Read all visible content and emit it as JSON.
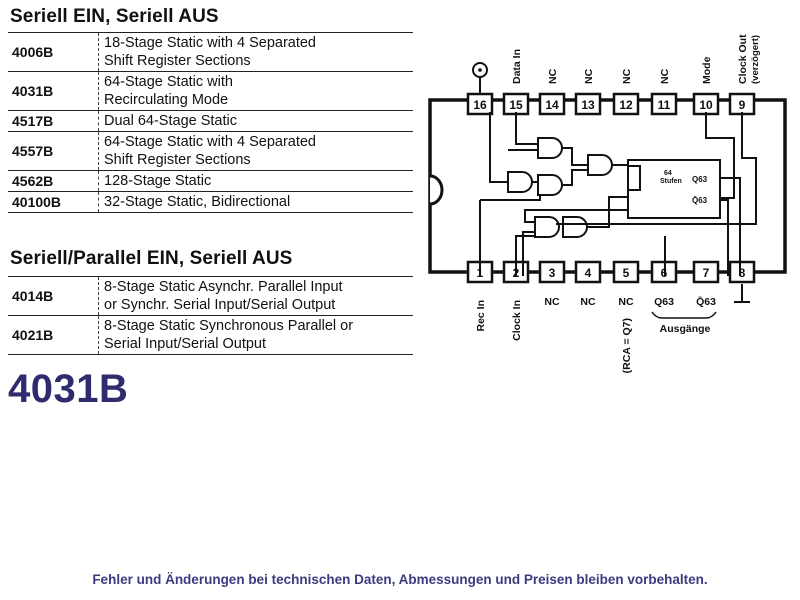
{
  "section1": {
    "title": "Seriell EIN, Seriell AUS",
    "rows": [
      {
        "code": "4006B",
        "desc": [
          "18-Stage Static with 4 Separated",
          "Shift Register Sections"
        ]
      },
      {
        "code": "4031B",
        "desc": [
          "64-Stage Static with",
          "Recirculating Mode"
        ]
      },
      {
        "code": "4517B",
        "desc": [
          "Dual 64-Stage Static"
        ]
      },
      {
        "code": "4557B",
        "desc": [
          "64-Stage Static with 4 Separated",
          "Shift Register Sections"
        ]
      },
      {
        "code": "4562B",
        "desc": [
          "128-Stage Static"
        ]
      },
      {
        "code": "40100B",
        "desc": [
          "32-Stage Static, Bidirectional"
        ]
      }
    ]
  },
  "section2": {
    "title": "Seriell/Parallel EIN, Seriell AUS",
    "rows": [
      {
        "code": "4014B",
        "desc": [
          "8-Stage Static Asynchr. Parallel Input",
          "or Synchr. Serial Input/Serial Output"
        ]
      },
      {
        "code": "4021B",
        "desc": [
          "8-Stage Static Synchronous Parallel or",
          "Serial Input/Serial Output"
        ]
      }
    ]
  },
  "part_number": "4031B",
  "diagram": {
    "top_pins": [
      "16",
      "15",
      "14",
      "13",
      "12",
      "11",
      "10",
      "9"
    ],
    "top_labels": [
      "",
      "Data In",
      "NC",
      "NC",
      "NC",
      "NC",
      "Mode",
      "Clock Out"
    ],
    "top_sublabel": "(verzögert)",
    "bottom_pins": [
      "1",
      "2",
      "3",
      "4",
      "5",
      "6",
      "7",
      "8"
    ],
    "bottom_labels": [
      "Rec In",
      "Clock In",
      "NC",
      "NC",
      "NC",
      "Q63",
      "Q̄63",
      ""
    ],
    "rca_note": "(RCA = Q7)",
    "outputs_label": "Ausgänge",
    "block_label_1": "64",
    "block_label_2": "Stufen",
    "block_out_1": "Q63",
    "block_out_2": "Q̄63"
  },
  "footer": "Fehler und Änderungen bei technischen Daten, Abmessungen und Preisen bleiben vorbehalten."
}
